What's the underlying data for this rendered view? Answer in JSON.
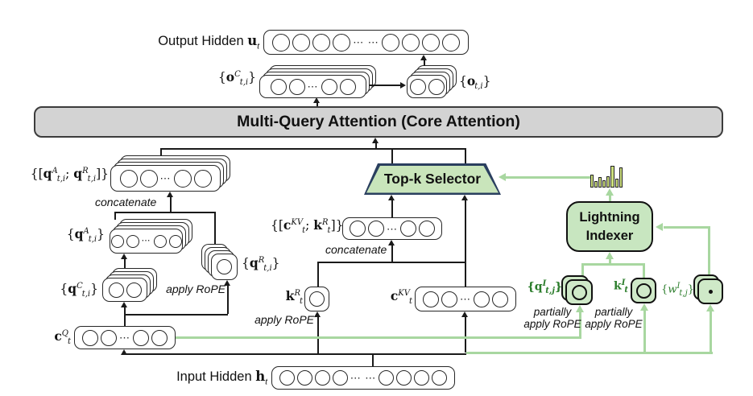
{
  "colors": {
    "green_line": "#a8d7a0",
    "green_box_fill": "#cfe9c8",
    "indexer_fill": "#c8e6c0",
    "selector_fill": "#c9e5bb",
    "selector_border": "#2a3f5f",
    "dark_green_text": "#2b7d2b",
    "attention_bar_fill": "#d3d3d3",
    "histogram_bar_fill": "#cde07e"
  },
  "top": {
    "output_hidden_label": "Output Hidden <b>u</b><sub>t</sub>",
    "oc_label": "{<b>o</b><sup>C</sup><sub>t,i</sub>}",
    "o_label": "{<b>o</b><sub>t,i</sub>}"
  },
  "attention_bar": {
    "label": "Multi-Query Attention (Core Attention)"
  },
  "selector": {
    "label": "Top-k Selector"
  },
  "indexer": {
    "line1": "Lightning",
    "line2": "Indexer"
  },
  "left": {
    "qar_label": "{[<b>q</b><sup>A</sup><sub>t,i</sub>; <b>q</b><sup>R</sup><sub>t,i</sub>]}",
    "concatenate_label": "concatenate",
    "qa_label": "{<b>q</b><sup>A</sup><sub>t,i</sub>}",
    "qc_label": "{<b>q</b><sup>C</sup><sub>t,i</sub>}",
    "qr_label": "{<b>q</b><sup>R</sup><sub>t,i</sub>}",
    "apply_rope_label": "apply RoPE",
    "cq_label": "<b>c</b><sup>Q</sup><sub>t</sub>"
  },
  "middle": {
    "ckv_kr_label": "{[<b>c</b><sup>KV</sup><sub>t</sub>; <b>k</b><sup>R</sup><sub>t</sub>]}",
    "concatenate_label": "concatenate",
    "kr_label": "<b>k</b><sup>R</sup><sub>t</sub>",
    "apply_rope_label": "apply RoPE",
    "ckv_label": "<b>c</b><sup>KV</sup><sub>t</sub>"
  },
  "right": {
    "qi_label": "{<b>q</b><sup>I</sup><sub>t,j</sub>}",
    "ki_label": "<b>k</b><sup>I</sup><sub>t</sub>",
    "wi_label": "{<i>w</i><sup>I</sup><sub>t,j</sub>}",
    "partially_apply_rope_q": "partially\napply RoPE",
    "partially_apply_rope_k": "partially\napply RoPE"
  },
  "bottom": {
    "input_hidden_label": "Input Hidden <b>h</b><sub>t</sub>"
  },
  "cells": {
    "output_hidden": [
      "o",
      "o",
      "o",
      "o",
      "⋯ ⋯",
      "o",
      "o",
      "o",
      "o"
    ],
    "oc": [
      "o",
      "o",
      "⋯",
      "o",
      "o"
    ],
    "o": [
      "o",
      "o"
    ],
    "qar": [
      "o",
      "o",
      "⋯",
      "o",
      "o"
    ],
    "qa": [
      "o",
      "o",
      "⋯",
      "o",
      "o"
    ],
    "qc": [
      "o",
      "o"
    ],
    "qr": [
      "o"
    ],
    "cq": [
      "o",
      "o",
      "⋯",
      "o",
      "o"
    ],
    "ckv_kr": [
      "o",
      "o",
      "⋯",
      "o",
      "o"
    ],
    "kr": [
      "o"
    ],
    "ckv": [
      "o",
      "o",
      "⋯",
      "o",
      "o"
    ],
    "input_hidden": [
      "o",
      "o",
      "o",
      "o",
      "⋯ ⋯",
      "o",
      "o",
      "o",
      "o"
    ],
    "qi": [
      "o"
    ],
    "ki": [
      "o"
    ],
    "wi": [
      "·"
    ]
  },
  "histogram_icon": {
    "bar_heights": [
      0.58,
      0.3,
      0.45,
      0.32,
      0.5,
      0.95,
      0.38,
      0.88
    ]
  }
}
